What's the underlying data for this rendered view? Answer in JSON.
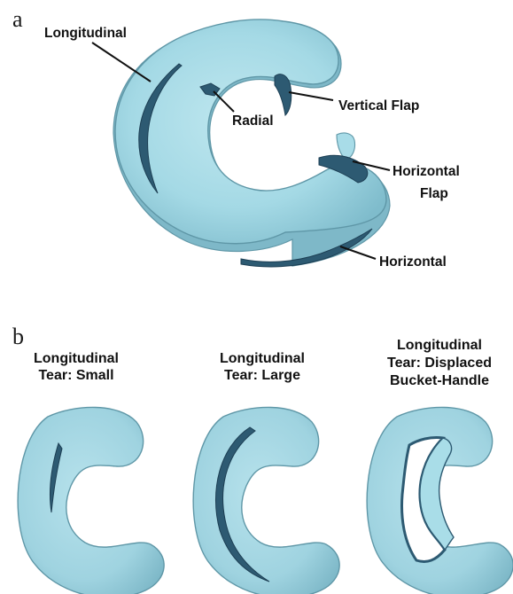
{
  "panel_a": {
    "letter": "a",
    "labels": {
      "longitudinal": "Longitudinal",
      "radial": "Radial",
      "vertical_flap": "Vertical Flap",
      "horizontal_flap_line1": "Horizontal",
      "horizontal_flap_line2": "Flap",
      "horizontal": "Horizontal"
    }
  },
  "panel_b": {
    "letter": "b",
    "variants": [
      {
        "title_lines": [
          "Longitudinal",
          "Tear: Small"
        ]
      },
      {
        "title_lines": [
          "Longitudinal",
          "Tear: Large"
        ]
      },
      {
        "title_lines": [
          "Longitudinal",
          "Tear: Displaced",
          "Bucket-Handle"
        ]
      }
    ]
  },
  "colors": {
    "meniscus_fill": "#9fd6e2",
    "meniscus_edge": "#5f97a7",
    "tear_dark": "#2d5a72",
    "label_text": "#111111"
  }
}
